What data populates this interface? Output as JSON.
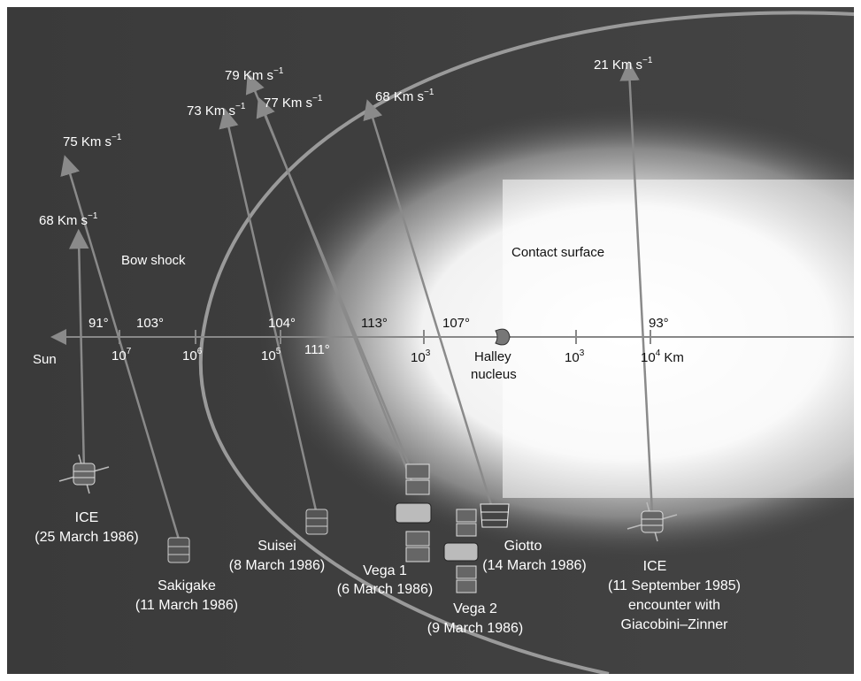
{
  "colors": {
    "background": "#3c3c3c",
    "coma_glow": "#ffffff",
    "lines": "#8a8a8a",
    "label": "#ffffff"
  },
  "labels": {
    "sun": "Sun",
    "bow_shock": "Bow shock",
    "contact_surface": "Contact surface",
    "nucleus_line1": "Halley",
    "nucleus_line2": "nucleus",
    "km_unit": "Km"
  },
  "velocities": [
    {
      "id": "ice1985",
      "value": "21",
      "unit": "Km s",
      "exp": "−1"
    },
    {
      "id": "vega1",
      "value": "79",
      "unit": "Km s",
      "exp": "−1"
    },
    {
      "id": "suisei",
      "value": "73",
      "unit": "Km s",
      "exp": "−1"
    },
    {
      "id": "vega2",
      "value": "77",
      "unit": "Km s",
      "exp": "−1"
    },
    {
      "id": "giotto",
      "value": "68",
      "unit": "Km s",
      "exp": "−1"
    },
    {
      "id": "sakigake",
      "value": "75",
      "unit": "Km s",
      "exp": "−1"
    },
    {
      "id": "ice1986",
      "value": "68",
      "unit": "Km s",
      "exp": "−1"
    }
  ],
  "angles": [
    "91°",
    "103°",
    "104°",
    "111°",
    "113°",
    "107°",
    "93°"
  ],
  "distance_ticks": [
    {
      "base": "10",
      "exp": "7"
    },
    {
      "base": "10",
      "exp": "6"
    },
    {
      "base": "10",
      "exp": "5"
    },
    {
      "base": "10",
      "exp": "3"
    },
    {
      "base": "10",
      "exp": "3"
    },
    {
      "base": "10",
      "exp": "4"
    }
  ],
  "spacecraft": [
    {
      "id": "ice1986",
      "name": "ICE",
      "date": "(25 March 1986)"
    },
    {
      "id": "sakigake",
      "name": "Sakigake",
      "date": "(11 March 1986)"
    },
    {
      "id": "suisei",
      "name": "Suisei",
      "date": "(8 March 1986)"
    },
    {
      "id": "vega1",
      "name": "Vega 1",
      "date": "(6 March 1986)"
    },
    {
      "id": "vega2",
      "name": "Vega 2",
      "date": "(9 March 1986)"
    },
    {
      "id": "giotto",
      "name": "Giotto",
      "date": "(14 March 1986)"
    },
    {
      "id": "ice1985",
      "name": "ICE",
      "date": "(11 September 1985)",
      "extra1": "encounter with",
      "extra2": "Giacobini–Zinner"
    }
  ]
}
